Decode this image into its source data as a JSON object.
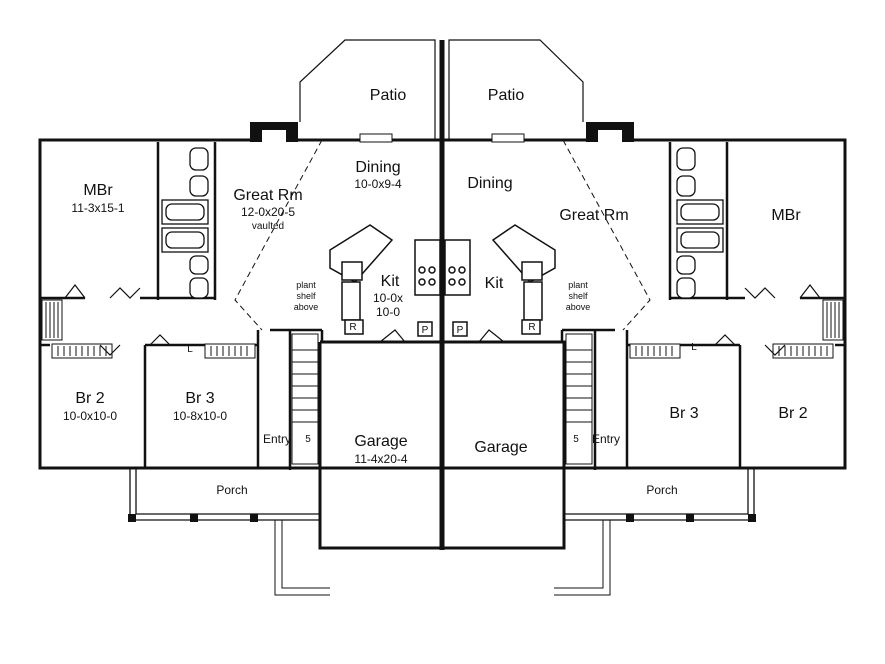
{
  "plan": {
    "left": {
      "patio": "Patio",
      "mbr": {
        "name": "MBr",
        "dim": "11-3x15-1"
      },
      "great_room": {
        "name": "Great Rm",
        "dim": "12-0x20-5",
        "note": "vaulted"
      },
      "dining": {
        "name": "Dining",
        "dim": "10-0x9-4"
      },
      "kitchen": {
        "name": "Kit",
        "dim1": "10-0x",
        "dim2": "10-0"
      },
      "plant_shelf": [
        "plant",
        "shelf",
        "above"
      ],
      "br2": {
        "name": "Br 2",
        "dim": "10-0x10-0"
      },
      "br3": {
        "name": "Br 3",
        "dim": "10-8x10-0"
      },
      "entry": "Entry",
      "garage": {
        "name": "Garage",
        "dim": "11-4x20-4"
      },
      "porch": "Porch",
      "laundry_tag": "L",
      "range_tag": "R",
      "pantry_tag": "P",
      "stair_tag": "5"
    },
    "right": {
      "patio": "Patio",
      "mbr": {
        "name": "MBr"
      },
      "great_room": {
        "name": "Great Rm"
      },
      "dining": {
        "name": "Dining"
      },
      "kitchen": {
        "name": "Kit"
      },
      "plant_shelf": [
        "plant",
        "shelf",
        "above"
      ],
      "br2": {
        "name": "Br 2"
      },
      "br3": {
        "name": "Br 3"
      },
      "entry": "Entry",
      "garage": {
        "name": "Garage"
      },
      "porch": "Porch",
      "laundry_tag": "L",
      "range_tag": "R",
      "pantry_tag": "P",
      "stair_tag": "5"
    }
  }
}
